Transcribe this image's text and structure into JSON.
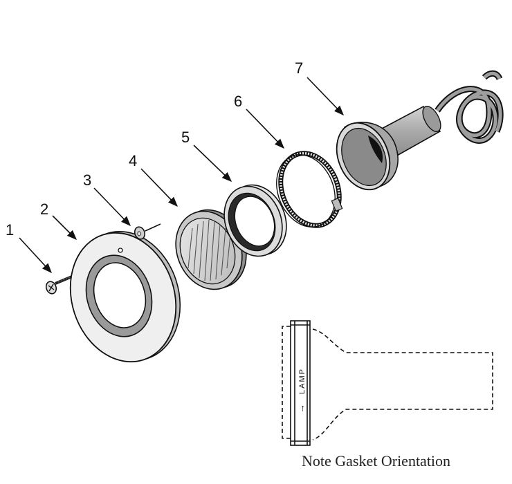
{
  "diagram": {
    "callouts": [
      "1",
      "2",
      "3",
      "4",
      "5",
      "6",
      "7"
    ],
    "inset": {
      "gasket_label": "LAMP",
      "arrow_glyph": "→",
      "caption": "Note Gasket Orientation"
    }
  }
}
